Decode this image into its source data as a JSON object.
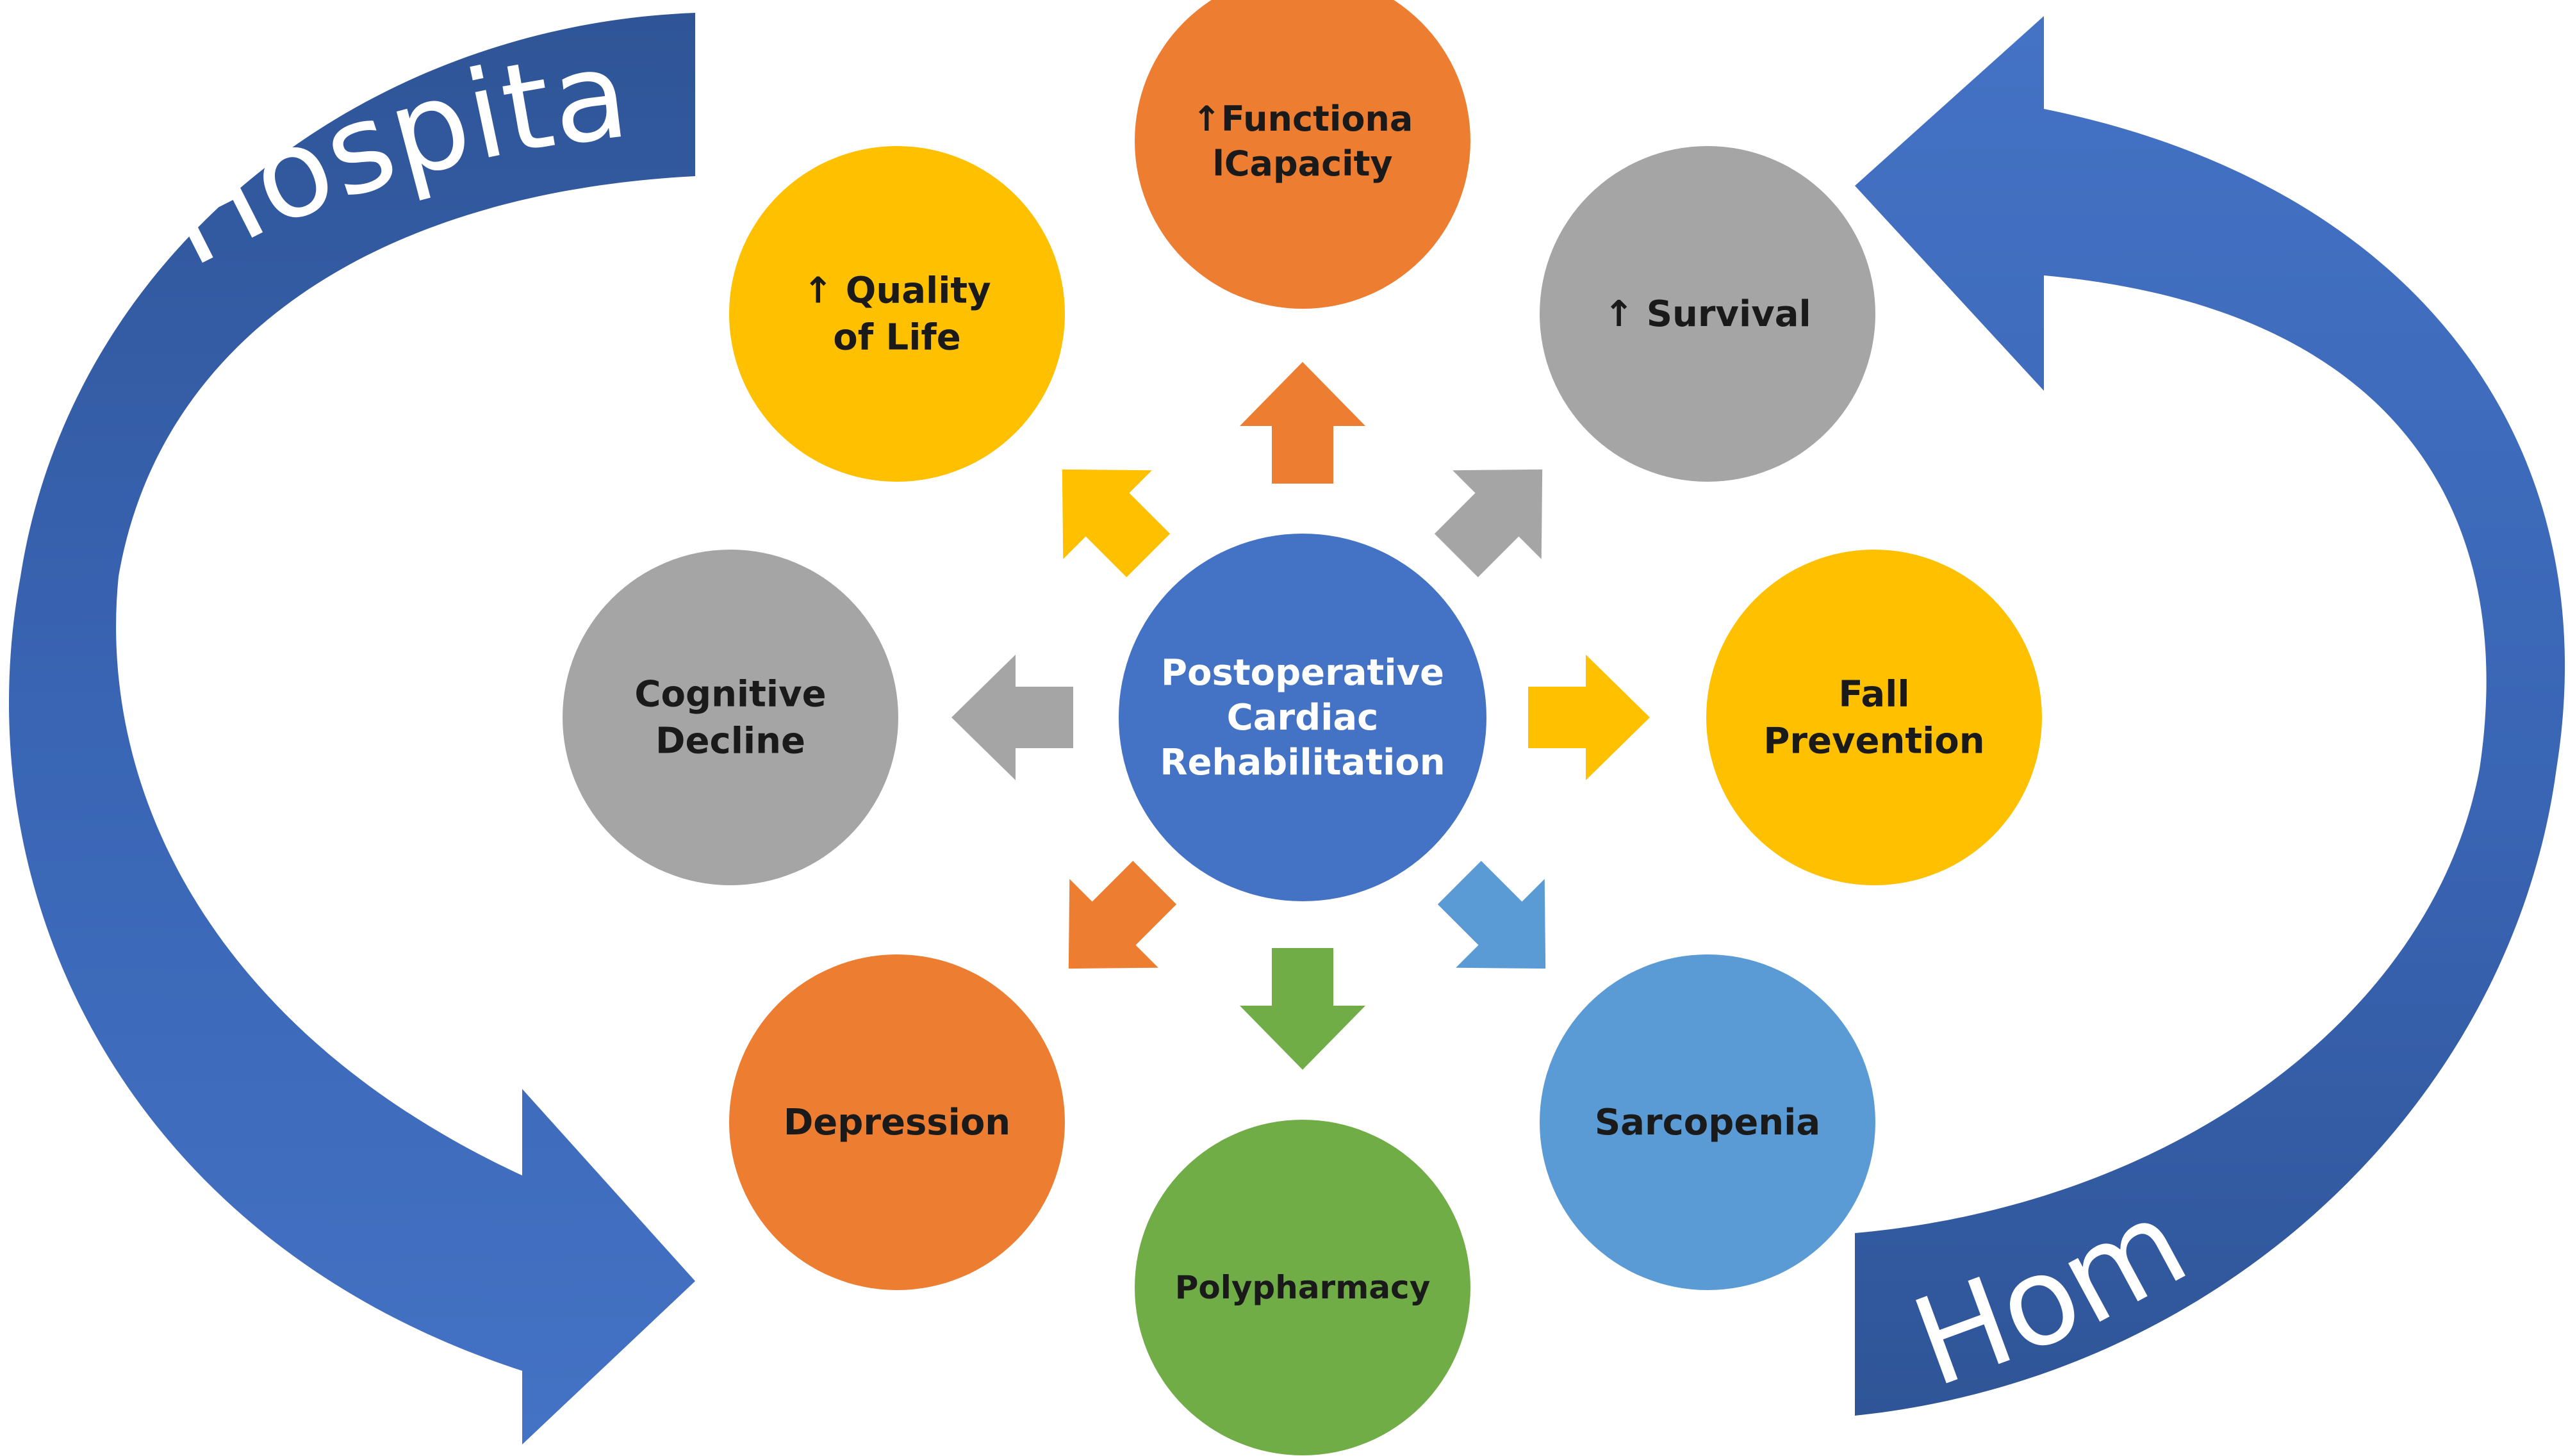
{
  "colors": {
    "arc_blue": "#4472C4",
    "arc_dark": "#2F5597",
    "orange": "#ED7D31",
    "yellow": "#FFC000",
    "gray": "#A5A5A5",
    "light_blue": "#5B9BD5",
    "green": "#70AD47",
    "center_blue": "#4472C4",
    "text_dark": "#1A1A1A",
    "text_light": "#FFFFFF"
  },
  "arcs": {
    "hospital_label": "Hospital",
    "home_label": "Home"
  },
  "center": {
    "lines": [
      "Postoperative",
      "Cardiac",
      "Rehabilitation"
    ]
  },
  "nodes": [
    {
      "id": "functional-capacity",
      "lines": [
        "↑Functiona",
        "lCapacity"
      ],
      "color": "orange",
      "arrow_color": "orange"
    },
    {
      "id": "survival",
      "lines": [
        "↑ Survival"
      ],
      "color": "gray",
      "arrow_color": "gray"
    },
    {
      "id": "fall-prevention",
      "lines": [
        "Fall",
        "Prevention"
      ],
      "color": "yellow",
      "arrow_color": "yellow"
    },
    {
      "id": "sarcopenia",
      "lines": [
        "Sarcopenia"
      ],
      "color": "light_blue",
      "arrow_color": "light_blue"
    },
    {
      "id": "polypharmacy",
      "lines": [
        "Polypharmacy"
      ],
      "color": "green",
      "arrow_color": "green"
    },
    {
      "id": "depression",
      "lines": [
        "Depression"
      ],
      "color": "orange",
      "arrow_color": "orange"
    },
    {
      "id": "cognitive-decline",
      "lines": [
        "Cognitive",
        "Decline"
      ],
      "color": "gray",
      "arrow_color": "gray"
    },
    {
      "id": "quality-of-life",
      "lines": [
        "↑ Quality",
        "of Life"
      ],
      "color": "yellow",
      "arrow_color": "yellow"
    }
  ]
}
